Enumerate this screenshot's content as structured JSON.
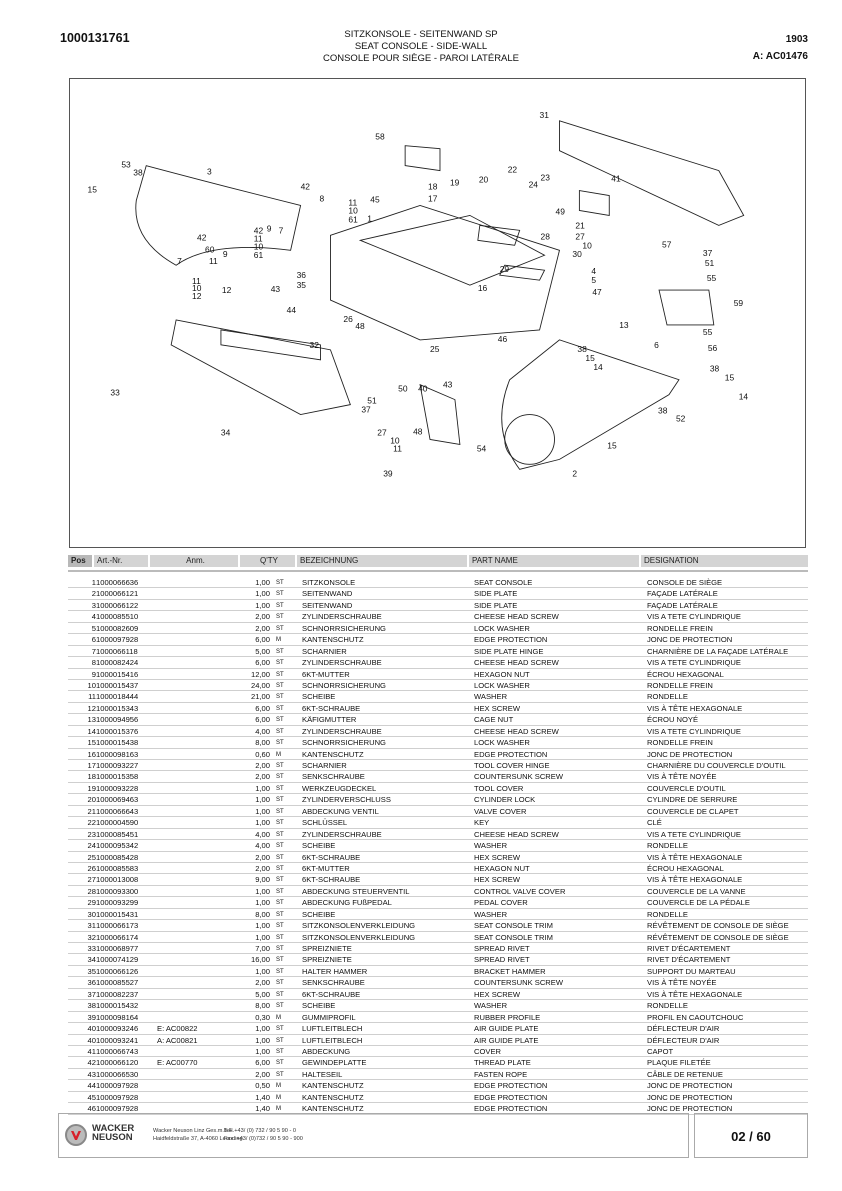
{
  "header": {
    "doc_number": "1000131761",
    "title_de": "SITZKONSOLE - SEITENWAND SP",
    "title_en": "SEAT CONSOLE - SIDE-WALL",
    "title_fr": "CONSOLE POUR SIÈGE - PAROI LATÉRALE",
    "group": "1903",
    "assembly": "A: AC01476"
  },
  "drawing": {
    "callouts": [
      "31",
      "58",
      "53",
      "38",
      "3",
      "15",
      "42",
      "22",
      "20",
      "23",
      "24",
      "19",
      "18",
      "17",
      "8",
      "11",
      "10",
      "61",
      "45",
      "41",
      "49",
      "1",
      "9",
      "7",
      "42",
      "11",
      "10",
      "61",
      "60",
      "42",
      "21",
      "27",
      "28",
      "10",
      "30",
      "57",
      "37",
      "51",
      "55",
      "7",
      "9",
      "11",
      "36",
      "35",
      "29",
      "4",
      "5",
      "47",
      "11",
      "10",
      "12",
      "12",
      "43",
      "16",
      "59",
      "44",
      "26",
      "48",
      "13",
      "32",
      "25",
      "46",
      "55",
      "56",
      "6",
      "38",
      "15",
      "14",
      "38",
      "15",
      "14",
      "43",
      "50",
      "40",
      "51",
      "37",
      "27",
      "10",
      "11",
      "48",
      "54",
      "33",
      "34",
      "38",
      "52",
      "15",
      "39",
      "2"
    ]
  },
  "table": {
    "headers": {
      "pos": "Pos",
      "art": "Art.-Nr.",
      "anm": "Anm.",
      "qty": "Q'TY",
      "de": "BEZEICHNUNG",
      "en": "PART NAME",
      "fr": "DESIGNATION"
    },
    "rows": [
      [
        "1",
        "1000066636",
        "",
        "1,00",
        "ST",
        "SITZKONSOLE",
        "SEAT CONSOLE",
        "CONSOLE DE SIÈGE"
      ],
      [
        "2",
        "1000066121",
        "",
        "1,00",
        "ST",
        "SEITENWAND",
        "SIDE PLATE",
        "FAÇADE LATÉRALE"
      ],
      [
        "3",
        "1000066122",
        "",
        "1,00",
        "ST",
        "SEITENWAND",
        "SIDE PLATE",
        "FAÇADE LATÉRALE"
      ],
      [
        "4",
        "1000085510",
        "",
        "2,00",
        "ST",
        "ZYLINDERSCHRAUBE",
        "CHEESE HEAD SCREW",
        "VIS A TETE CYLINDRIQUE"
      ],
      [
        "5",
        "1000082609",
        "",
        "2,00",
        "ST",
        "SCHNORRSICHERUNG",
        "LOCK WASHER",
        "RONDELLE FREIN"
      ],
      [
        "6",
        "1000097928",
        "",
        "6,00",
        "M",
        "KANTENSCHUTZ",
        "EDGE PROTECTION",
        "JONC DE PROTECTION"
      ],
      [
        "7",
        "1000066118",
        "",
        "5,00",
        "ST",
        "SCHARNIER",
        "SIDE PLATE HINGE",
        "CHARNIÈRE DE LA FAÇADE LATÉRALE"
      ],
      [
        "8",
        "1000082424",
        "",
        "6,00",
        "ST",
        "ZYLINDERSCHRAUBE",
        "CHEESE HEAD SCREW",
        "VIS A TETE CYLINDRIQUE"
      ],
      [
        "9",
        "1000015416",
        "",
        "12,00",
        "ST",
        "6KT-MUTTER",
        "HEXAGON NUT",
        "ÉCROU HEXAGONAL"
      ],
      [
        "10",
        "1000015437",
        "",
        "24,00",
        "ST",
        "SCHNORRSICHERUNG",
        "LOCK WASHER",
        "RONDELLE FREIN"
      ],
      [
        "11",
        "1000018444",
        "",
        "21,00",
        "ST",
        "SCHEIBE",
        "WASHER",
        "RONDELLE"
      ],
      [
        "12",
        "1000015343",
        "",
        "6,00",
        "ST",
        "6KT-SCHRAUBE",
        "HEX SCREW",
        "VIS À TÊTE HEXAGONALE"
      ],
      [
        "13",
        "1000094956",
        "",
        "6,00",
        "ST",
        "KÄFIGMUTTER",
        "CAGE NUT",
        "ÉCROU NOYÉ"
      ],
      [
        "14",
        "1000015376",
        "",
        "4,00",
        "ST",
        "ZYLINDERSCHRAUBE",
        "CHEESE HEAD SCREW",
        "VIS A TETE CYLINDRIQUE"
      ],
      [
        "15",
        "1000015438",
        "",
        "8,00",
        "ST",
        "SCHNORRSICHERUNG",
        "LOCK WASHER",
        "RONDELLE FREIN"
      ],
      [
        "16",
        "1000098163",
        "",
        "0,60",
        "M",
        "KANTENSCHUTZ",
        "EDGE PROTECTION",
        "JONC DE PROTECTION"
      ],
      [
        "17",
        "1000093227",
        "",
        "2,00",
        "ST",
        "SCHARNIER",
        "TOOL COVER HINGE",
        "CHARNIÈRE DU COUVERCLE D'OUTIL"
      ],
      [
        "18",
        "1000015358",
        "",
        "2,00",
        "ST",
        "SENKSCHRAUBE",
        "COUNTERSUNK SCREW",
        "VIS À TÊTE NOYÉE"
      ],
      [
        "19",
        "1000093228",
        "",
        "1,00",
        "ST",
        "WERKZEUGDECKEL",
        "TOOL COVER",
        "COUVERCLE D'OUTIL"
      ],
      [
        "20",
        "1000069463",
        "",
        "1,00",
        "ST",
        "ZYLINDERVERSCHLUSS",
        "CYLINDER LOCK",
        "CYLINDRE DE SERRURE"
      ],
      [
        "21",
        "1000066643",
        "",
        "1,00",
        "ST",
        "ABDECKUNG VENTIL",
        "VALVE COVER",
        "COUVERCLE DE CLAPET"
      ],
      [
        "22",
        "1000004590",
        "",
        "1,00",
        "ST",
        "SCHLÜSSEL",
        "KEY",
        "CLÉ"
      ],
      [
        "23",
        "1000085451",
        "",
        "4,00",
        "ST",
        "ZYLINDERSCHRAUBE",
        "CHEESE HEAD SCREW",
        "VIS A TETE CYLINDRIQUE"
      ],
      [
        "24",
        "1000095342",
        "",
        "4,00",
        "ST",
        "SCHEIBE",
        "WASHER",
        "RONDELLE"
      ],
      [
        "25",
        "1000085428",
        "",
        "2,00",
        "ST",
        "6KT-SCHRAUBE",
        "HEX SCREW",
        "VIS À TÊTE HEXAGONALE"
      ],
      [
        "26",
        "1000085583",
        "",
        "2,00",
        "ST",
        "6KT-MUTTER",
        "HEXAGON NUT",
        "ÉCROU HEXAGONAL"
      ],
      [
        "27",
        "1000013008",
        "",
        "9,00",
        "ST",
        "6KT-SCHRAUBE",
        "HEX SCREW",
        "VIS À TÊTE HEXAGONALE"
      ],
      [
        "28",
        "1000093300",
        "",
        "1,00",
        "ST",
        "ABDECKUNG STEUERVENTIL",
        "CONTROL VALVE COVER",
        "COUVERCLE DE LA VANNE"
      ],
      [
        "29",
        "1000093299",
        "",
        "1,00",
        "ST",
        "ABDECKUNG FUßPEDAL",
        "PEDAL COVER",
        "COUVERCLE DE LA PÉDALE"
      ],
      [
        "30",
        "1000015431",
        "",
        "8,00",
        "ST",
        "SCHEIBE",
        "WASHER",
        "RONDELLE"
      ],
      [
        "31",
        "1000066173",
        "",
        "1,00",
        "ST",
        "SITZKONSOLENVERKLEIDUNG",
        "SEAT CONSOLE TRIM",
        "RÉVÊTEMENT DE CONSOLE DE SIÈGE"
      ],
      [
        "32",
        "1000066174",
        "",
        "1,00",
        "ST",
        "SITZKONSOLENVERKLEIDUNG",
        "SEAT CONSOLE TRIM",
        "RÉVÊTEMENT DE CONSOLE DE SIÈGE"
      ],
      [
        "33",
        "1000068977",
        "",
        "7,00",
        "ST",
        "SPREIZNIETE",
        "SPREAD RIVET",
        "RIVET D'ÉCARTEMENT"
      ],
      [
        "34",
        "1000074129",
        "",
        "16,00",
        "ST",
        "SPREIZNIETE",
        "SPREAD RIVET",
        "RIVET D'ÉCARTEMENT"
      ],
      [
        "35",
        "1000066126",
        "",
        "1,00",
        "ST",
        "HALTER HAMMER",
        "BRACKET HAMMER",
        "SUPPORT DU MARTEAU"
      ],
      [
        "36",
        "1000085527",
        "",
        "2,00",
        "ST",
        "SENKSCHRAUBE",
        "COUNTERSUNK SCREW",
        "VIS À TÊTE NOYÉE"
      ],
      [
        "37",
        "1000082237",
        "",
        "5,00",
        "ST",
        "6KT-SCHRAUBE",
        "HEX SCREW",
        "VIS À TÊTE HEXAGONALE"
      ],
      [
        "38",
        "1000015432",
        "",
        "8,00",
        "ST",
        "SCHEIBE",
        "WASHER",
        "RONDELLE"
      ],
      [
        "39",
        "1000098164",
        "",
        "0,30",
        "M",
        "GUMMIPROFIL",
        "RUBBER PROFILE",
        "PROFIL EN CAOUTCHOUC"
      ],
      [
        "40",
        "1000093246",
        "E: AC00822",
        "1,00",
        "ST",
        "LUFTLEITBLECH",
        "AIR GUIDE PLATE",
        "DÉFLECTEUR D'AIR"
      ],
      [
        "40",
        "1000093241",
        "A: AC00821",
        "1,00",
        "ST",
        "LUFTLEITBLECH",
        "AIR GUIDE PLATE",
        "DÉFLECTEUR D'AIR"
      ],
      [
        "41",
        "1000066743",
        "",
        "1,00",
        "ST",
        "ABDECKUNG",
        "COVER",
        "CAPOT"
      ],
      [
        "42",
        "1000066120",
        "E: AC00770",
        "6,00",
        "ST",
        "GEWINDEPLATTE",
        "THREAD PLATE",
        "PLAQUE FILETÉE"
      ],
      [
        "43",
        "1000066530",
        "",
        "2,00",
        "ST",
        "HALTESEIL",
        "FASTEN ROPE",
        "CÂBLE DE RETENUE"
      ],
      [
        "44",
        "1000097928",
        "",
        "0,50",
        "M",
        "KANTENSCHUTZ",
        "EDGE PROTECTION",
        "JONC DE PROTECTION"
      ],
      [
        "45",
        "1000097928",
        "",
        "1,40",
        "M",
        "KANTENSCHUTZ",
        "EDGE PROTECTION",
        "JONC DE PROTECTION"
      ],
      [
        "46",
        "1000097928",
        "",
        "1,40",
        "M",
        "KANTENSCHUTZ",
        "EDGE PROTECTION",
        "JONC DE PROTECTION"
      ]
    ]
  },
  "footer": {
    "brand_line1": "WACKER",
    "brand_line2": "NEUSON",
    "company": "Wacker Neuson Linz  Ges.m.b.H.",
    "address": "Haidfeldstraße 37, A-4060 Leonding",
    "tel": "Tel. +43/ (0) 732 / 90 5 90 - 0",
    "fax": "Fax. +43/ (0)732 / 90 5 90 - 900",
    "page": "02 / 60"
  },
  "colors": {
    "brand_red": "#d8202a",
    "header_grey": "#d4d4d4"
  }
}
